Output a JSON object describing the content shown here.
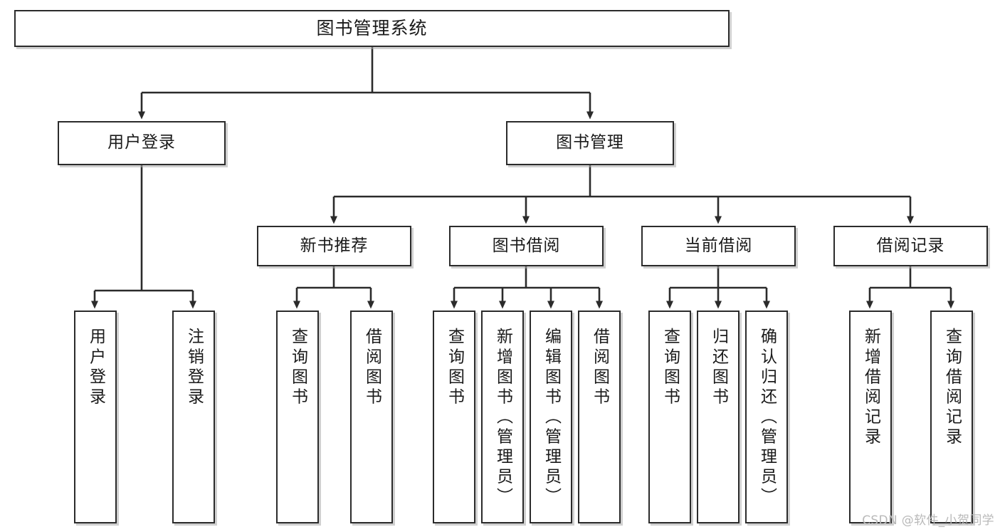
{
  "diagram": {
    "type": "tree",
    "title": "图书管理系统",
    "orientation": "top-down",
    "style": {
      "box_fill": "#ffffff",
      "box_border": "#2b2b2b",
      "shadow": "#aaaaaa",
      "connector": "#2b2b2b",
      "text": "#1a1a1a",
      "background": "#ffffff"
    },
    "root": {
      "label": "图书管理系统"
    },
    "level2": [
      {
        "label": "用户登录"
      },
      {
        "label": "图书管理"
      }
    ],
    "level3": [
      {
        "label": "新书推荐"
      },
      {
        "label": "图书借阅"
      },
      {
        "label": "当前借阅"
      },
      {
        "label": "借阅记录"
      }
    ],
    "leaves": {
      "user_login": [
        {
          "label": "用户登录"
        },
        {
          "label": "注销登录"
        }
      ],
      "new_book_recommend": [
        {
          "label": "查询图书"
        },
        {
          "label": "借阅图书"
        }
      ],
      "book_borrow": [
        {
          "label": "查询图书"
        },
        {
          "label": "新增图书（管理员）"
        },
        {
          "label": "编辑图书（管理员）"
        },
        {
          "label": "借阅图书"
        }
      ],
      "current_borrow": [
        {
          "label": "查询图书"
        },
        {
          "label": "归还图书"
        },
        {
          "label": "确认归还（管理员）"
        }
      ],
      "borrow_record": [
        {
          "label": "新增借阅记录"
        },
        {
          "label": "查询借阅记录"
        }
      ]
    }
  },
  "watermark": {
    "text": "CSDN @软件_小贺同学"
  }
}
